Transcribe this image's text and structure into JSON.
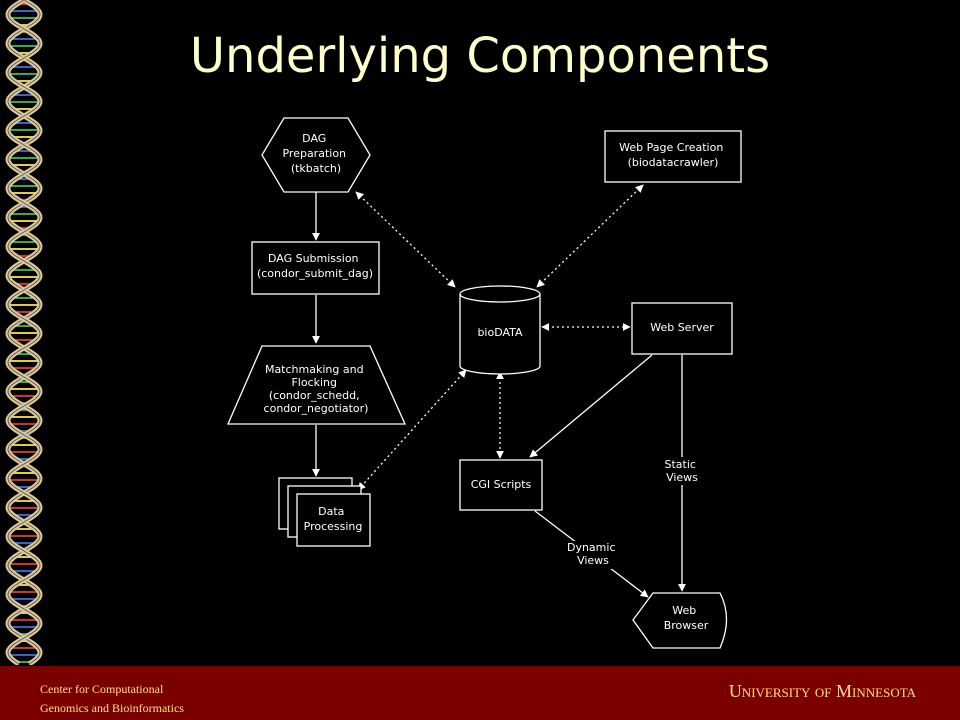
{
  "slide": {
    "title": "Underlying Components"
  },
  "diagram": {
    "nodes": {
      "dag_prep": [
        "DAG",
        "Preparation",
        "(tkbatch)"
      ],
      "web_page_creation": [
        "Web Page Creation",
        "(biodatacrawler)"
      ],
      "dag_submission": [
        "DAG Submission",
        "(condor_submit_dag)"
      ],
      "biodata": [
        "bioDATA"
      ],
      "web_server": [
        "Web Server"
      ],
      "matchmaking": [
        "Matchmaking and",
        "Flocking",
        "(condor_schedd,",
        "condor_negotiator)"
      ],
      "cgi_scripts": [
        "CGI Scripts"
      ],
      "data_processing": [
        "Data",
        "Processing"
      ],
      "web_browser": [
        "Web",
        "Browser"
      ]
    },
    "edge_labels": {
      "static_views": [
        "Static",
        "Views"
      ],
      "dynamic_views": [
        "Dynamic",
        "Views"
      ]
    }
  },
  "footer": {
    "left_line1": "Center for Computational",
    "left_line2": "Genomics and Bioinformatics",
    "right": "University of Minnesota"
  }
}
